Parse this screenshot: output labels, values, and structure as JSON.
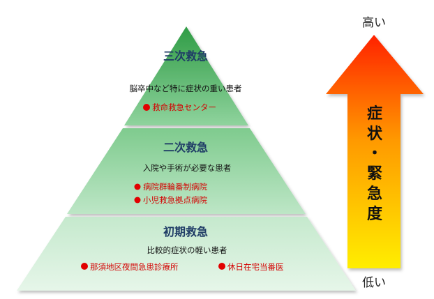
{
  "pyramid": {
    "tiers": [
      {
        "title": "三次救急",
        "description": "脳卒中など特に症状の重い患者",
        "items": [
          "救命救急センター"
        ]
      },
      {
        "title": "二次救急",
        "description": "入院や手術が必要な患者",
        "items": [
          "病院群輪番制病院",
          "小児救急拠点病院"
        ]
      },
      {
        "title": "初期救急",
        "description": "比較的症状の軽い患者",
        "items": [
          "那須地区夜間急患診療所",
          "休日在宅当番医"
        ]
      }
    ],
    "colors": {
      "top": "#3aa34e",
      "middle": "#7cc98b",
      "bottom": "#c9ebd0",
      "item_text": "#d40000",
      "title_text": "#1f3c66"
    }
  },
  "arrow": {
    "label_chars": [
      "症",
      "状",
      "・",
      "緊",
      "急",
      "度"
    ],
    "high_label": "高い",
    "low_label": "低い",
    "gradient": [
      "#ff2a00",
      "#ff9a00",
      "#ffe600"
    ]
  }
}
